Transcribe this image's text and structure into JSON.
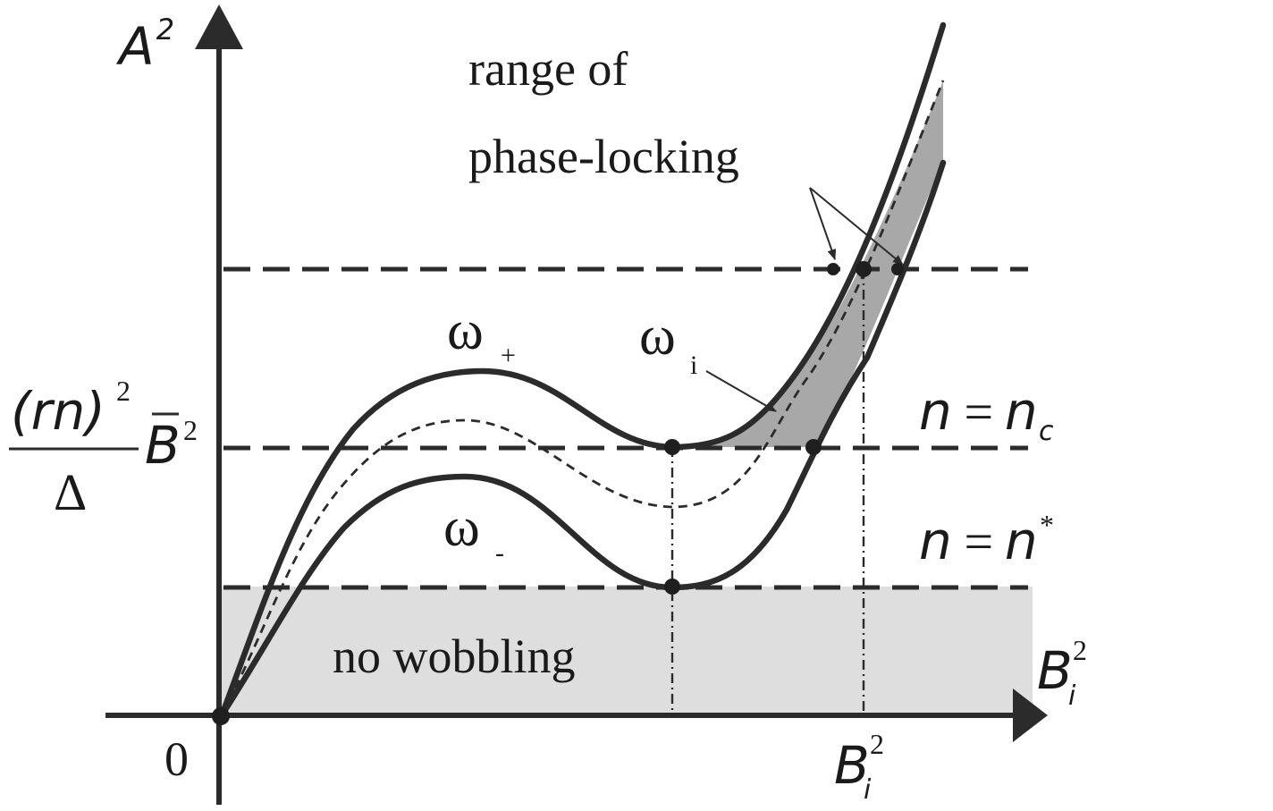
{
  "diagram": {
    "y_axis_label": {
      "base": "A",
      "sup": "2"
    },
    "x_axis_label": {
      "base": "B",
      "sub": "i",
      "sup": "2"
    },
    "origin_label": "0",
    "x_tick_label": {
      "base": "B",
      "sub": "i",
      "sup": "2"
    },
    "y_tick_label": {
      "numerator": "(rn)",
      "numerator_sup": "2",
      "denominator": "Δ",
      "factor": "B",
      "factor_sup": "2"
    },
    "title_lines": [
      "range of",
      "phase-locking"
    ],
    "curve_labels": {
      "omega_plus": {
        "base": "ω",
        "sub": "+"
      },
      "omega_i": {
        "base": "ω",
        "sub": "i"
      },
      "omega_minus": {
        "base": "ω",
        "sub": "-"
      }
    },
    "level_labels": {
      "n_c": {
        "lhs": "n",
        "eq": "=",
        "rhs": "n",
        "rhs_sub": "c"
      },
      "n_star": {
        "lhs": "n",
        "eq": "=",
        "rhs": "n",
        "rhs_sup": "*"
      }
    },
    "region_label": "no wobbling",
    "colors": {
      "line": "#2b2b2b",
      "light_region": "#dedede",
      "dark_region": "#a8a8a8",
      "background": "#ffffff"
    }
  }
}
